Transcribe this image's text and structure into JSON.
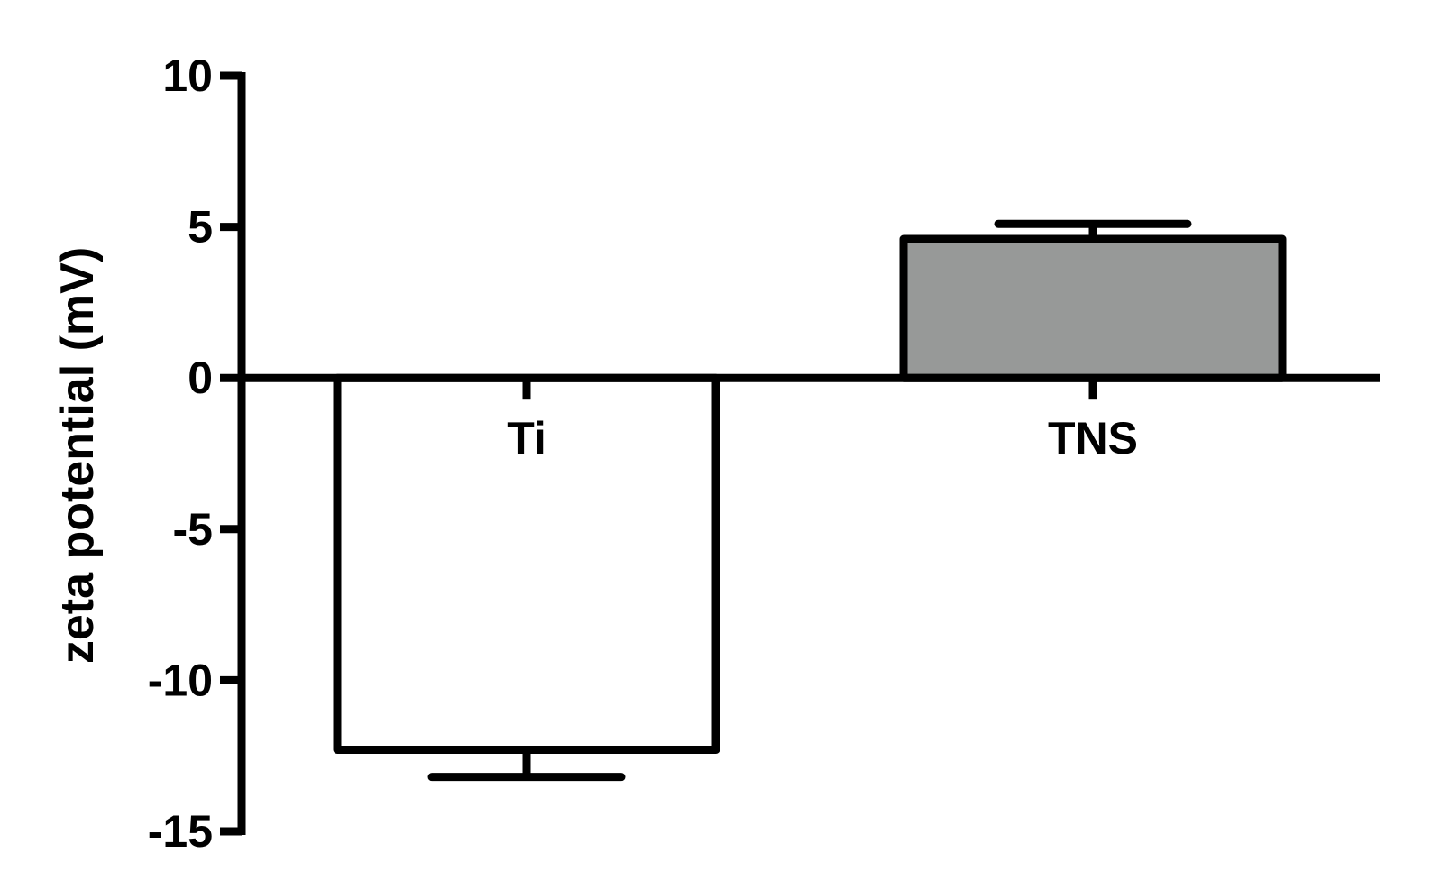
{
  "chart_data": {
    "type": "bar",
    "title": "",
    "xlabel": "",
    "ylabel": "zeta potential (mV)",
    "categories": [
      "Ti",
      "TNS"
    ],
    "values": [
      -12.3,
      4.6
    ],
    "error": [
      0.9,
      0.5
    ],
    "ylim": [
      -15,
      10
    ],
    "yticks": [
      10,
      5,
      0,
      -5,
      -10,
      -15
    ],
    "ytick_labels": [
      "10",
      "5",
      "0",
      "-5",
      "-10",
      "-15"
    ],
    "colors": {
      "bar_fills": [
        "#ffffff",
        "#979998"
      ],
      "stroke": "#000000"
    },
    "grid": false,
    "legend": "none"
  }
}
